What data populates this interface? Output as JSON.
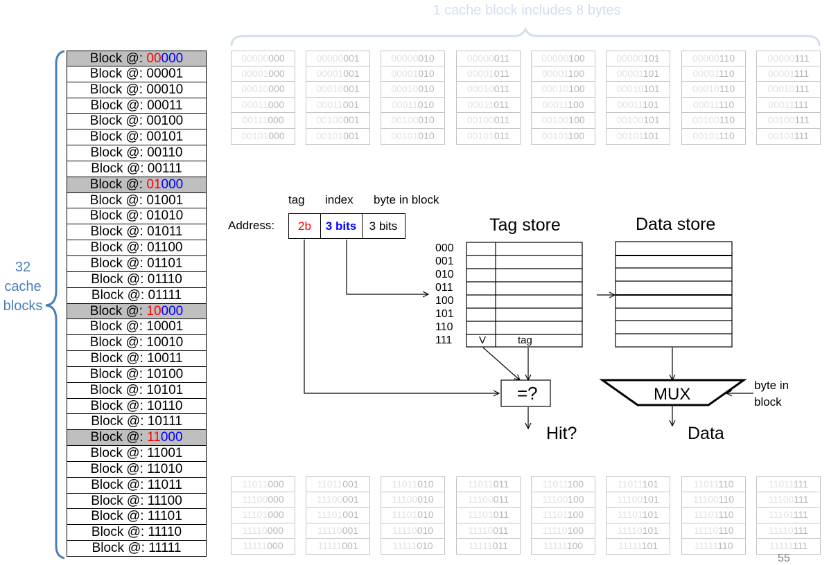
{
  "caption_top": "1 cache block includes 8 bytes",
  "blocks_label": [
    "32",
    "cache",
    "blocks"
  ],
  "block_prefix": "Block @: ",
  "blocks": [
    {
      "tag": "00",
      "index": "000",
      "highlight": true
    },
    {
      "addr": "00001"
    },
    {
      "addr": "00010"
    },
    {
      "addr": "00011"
    },
    {
      "addr": "00100"
    },
    {
      "addr": "00101"
    },
    {
      "addr": "00110"
    },
    {
      "addr": "00111"
    },
    {
      "tag": "01",
      "index": "000",
      "highlight": true
    },
    {
      "addr": "01001"
    },
    {
      "addr": "01010"
    },
    {
      "addr": "01011"
    },
    {
      "addr": "01100"
    },
    {
      "addr": "01101"
    },
    {
      "addr": "01110"
    },
    {
      "addr": "01111"
    },
    {
      "tag": "10",
      "index": "000",
      "highlight": true
    },
    {
      "addr": "10001"
    },
    {
      "addr": "10010"
    },
    {
      "addr": "10011"
    },
    {
      "addr": "10100"
    },
    {
      "addr": "10101"
    },
    {
      "addr": "10110"
    },
    {
      "addr": "10111"
    },
    {
      "tag": "11",
      "index": "000",
      "highlight": true
    },
    {
      "addr": "11001"
    },
    {
      "addr": "11010"
    },
    {
      "addr": "11011"
    },
    {
      "addr": "11100"
    },
    {
      "addr": "11101"
    },
    {
      "addr": "11110"
    },
    {
      "addr": "11111"
    }
  ],
  "byte_offsets": [
    "000",
    "001",
    "010",
    "011",
    "100",
    "101",
    "110",
    "111"
  ],
  "byte_grid_top_prefixes": [
    "00000",
    "00001",
    "00010",
    "00011",
    [
      "00111",
      "00100",
      "00100",
      "00100",
      "00100",
      "00100",
      "00100",
      "00100"
    ],
    "00101"
  ],
  "byte_grid_bottom_prefixes": [
    "11011",
    "11100",
    "11101",
    "11110",
    "11111"
  ],
  "address": {
    "label": "Address:",
    "field_headers": {
      "tag": "tag",
      "index": "index",
      "offset": "byte in block"
    },
    "fields": {
      "tag": "2b",
      "index": "3 bits",
      "offset": "3 bits"
    }
  },
  "tag_store": {
    "title": "Tag store",
    "indices": [
      "000",
      "001",
      "010",
      "011",
      "100",
      "101",
      "110",
      "111"
    ],
    "col_valid": "V",
    "col_tag": "tag"
  },
  "data_store": {
    "title": "Data store"
  },
  "comparator": {
    "label": "=?",
    "output": "Hit?"
  },
  "mux": {
    "label": "MUX",
    "select_label": [
      "byte in",
      "block"
    ],
    "output": "Data"
  },
  "page_number": "55",
  "colors": {
    "tag": "#ff0000",
    "index": "#0000ff",
    "brace": "#4a7ebb",
    "faded_brace": "#d3deef",
    "highlight_row": "#bfbfbf"
  }
}
